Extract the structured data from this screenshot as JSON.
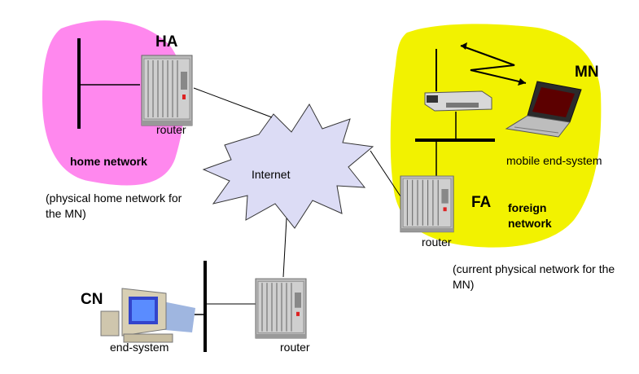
{
  "nodes": {
    "ha": "HA",
    "mn": "MN",
    "fa": "FA",
    "cn": "CN"
  },
  "labels": {
    "home_router": "router",
    "home_network": "home network",
    "home_network_note": "(physical home network for the MN)",
    "internet": "Internet",
    "mobile_end_system": "mobile end-system",
    "foreign_network": "foreign network",
    "foreign_router": "router",
    "foreign_network_note": "(current physical network for the MN)",
    "end_system": "end-system",
    "cn_router": "router"
  },
  "colors": {
    "home_network": "#ff88ee",
    "foreign_network": "#f2f200",
    "internet_cloud": "#dcdcf5",
    "line": "#000000"
  }
}
